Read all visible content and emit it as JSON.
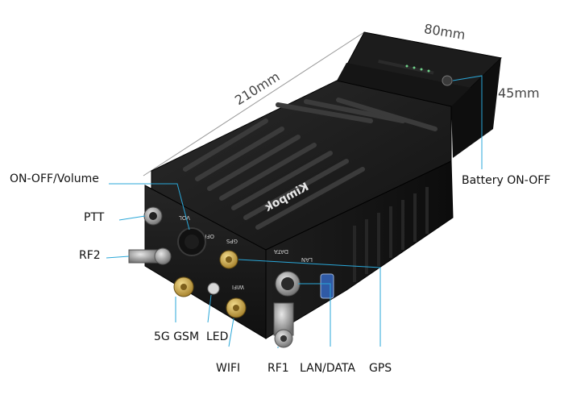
{
  "dimensions": {
    "length": "210mm",
    "width": "80mm",
    "height": "45mm"
  },
  "callouts": {
    "on_off_volume": "ON-OFF/Volume",
    "ptt": "PTT",
    "rf2": "RF2",
    "gsm_5g": "5G GSM",
    "led": "LED",
    "wifi": "WIFI",
    "rf1": "RF1",
    "lan_data": "LAN/DATA",
    "gps": "GPS",
    "battery_on_off": "Battery ON-OFF"
  },
  "device": {
    "brand": "Kimpok",
    "panel_labels": {
      "gps": "GPS",
      "data": "DATA",
      "lan": "LAN",
      "wifi": "WIFI",
      "vol": "VOL",
      "off": "OFF"
    }
  },
  "colors": {
    "callout_line": "#2aa7d8",
    "dimension_line": "#9a9a9a",
    "device_body": "#1b1b1b",
    "connector_gold": "#c9a54a"
  }
}
